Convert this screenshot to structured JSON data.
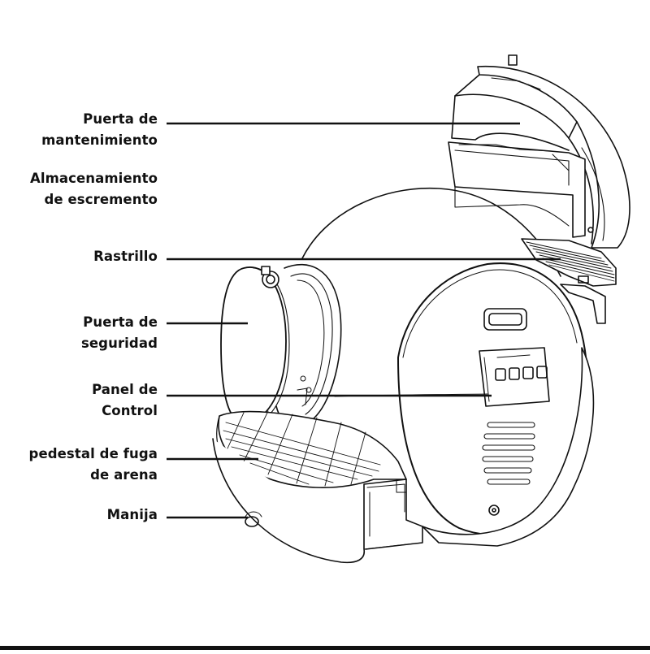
{
  "labels": [
    {
      "id": "maintenance-door",
      "lines": [
        "Puerta de",
        "mantenimiento"
      ]
    },
    {
      "id": "waste-storage",
      "lines": [
        "Almacenamiento",
        "de escremento"
      ]
    },
    {
      "id": "rake",
      "lines": [
        "Rastrillo"
      ]
    },
    {
      "id": "safety-door",
      "lines": [
        "Puerta de",
        "seguridad"
      ]
    },
    {
      "id": "control-panel",
      "lines": [
        "Panel de",
        "Control"
      ]
    },
    {
      "id": "litter-pedal",
      "lines": [
        "pedestal de fuga",
        "de arena"
      ]
    },
    {
      "id": "handle",
      "lines": [
        "Manija"
      ]
    }
  ],
  "colors": {
    "line": "#111111",
    "fill": "#ffffff",
    "accent": "#7a7a7a"
  },
  "illustration": "automatic-self-cleaning-litter-box"
}
